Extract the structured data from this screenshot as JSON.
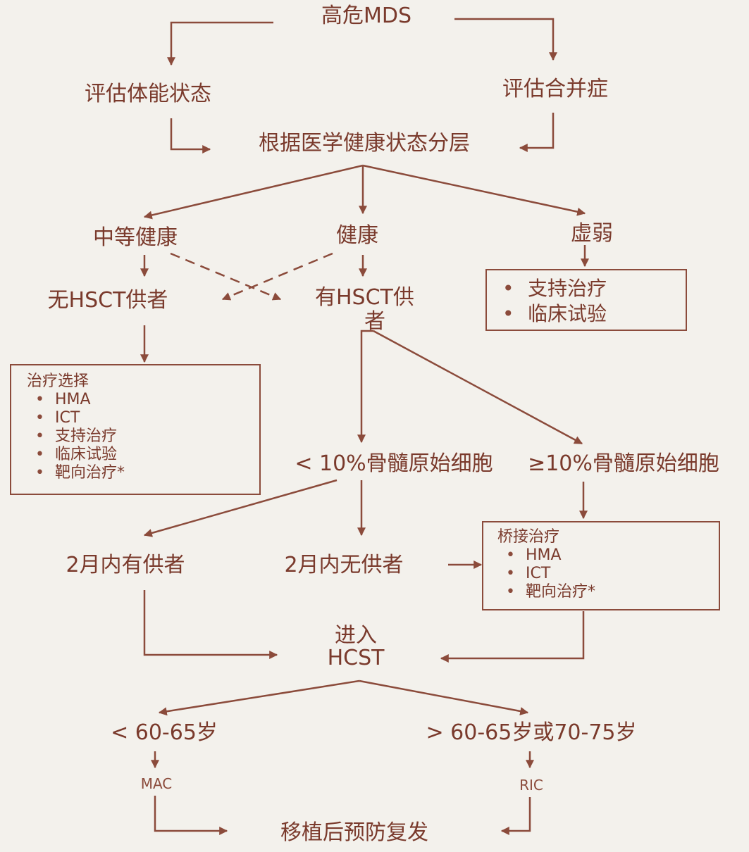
{
  "nodes": {
    "top": "高危MDS",
    "assess_fitness": "评估体能状态",
    "assess_comorbidity": "评估合并症",
    "stratify": "根据医学健康状态分层",
    "moderate": "中等健康",
    "healthy": "健康",
    "frail": "虚弱",
    "no_donor": "无HSCT供者",
    "has_donor_line1": "有HSCT供",
    "has_donor_line2": "者",
    "blast_low": "< 10%骨髓原始细胞",
    "blast_high": "≥10%骨髓原始细胞",
    "donor_2m_yes": "2月内有供者",
    "donor_2m_no": "2月内无供者",
    "enter_line1": "进入",
    "enter_line2": "HCST",
    "age_low": "< 60-65岁",
    "age_high": "> 60-65岁或70-75岁",
    "mac": "MAC",
    "ric": "RIC",
    "prevent": "移植后预防复发"
  },
  "boxes": {
    "support": {
      "items": [
        "支持治疗",
        "临床试验"
      ]
    },
    "treatment": {
      "title": "治疗选择",
      "items": [
        "HMA",
        "ICT",
        "支持治疗",
        "临床试验",
        "靶向治疗*"
      ]
    },
    "bridge": {
      "title": "桥接治疗",
      "items": [
        "HMA",
        "ICT",
        "靶向治疗*"
      ]
    }
  },
  "colors": {
    "line": "#8b4b3b",
    "text": "#7a3a2c",
    "background": "#f3f1ec"
  }
}
